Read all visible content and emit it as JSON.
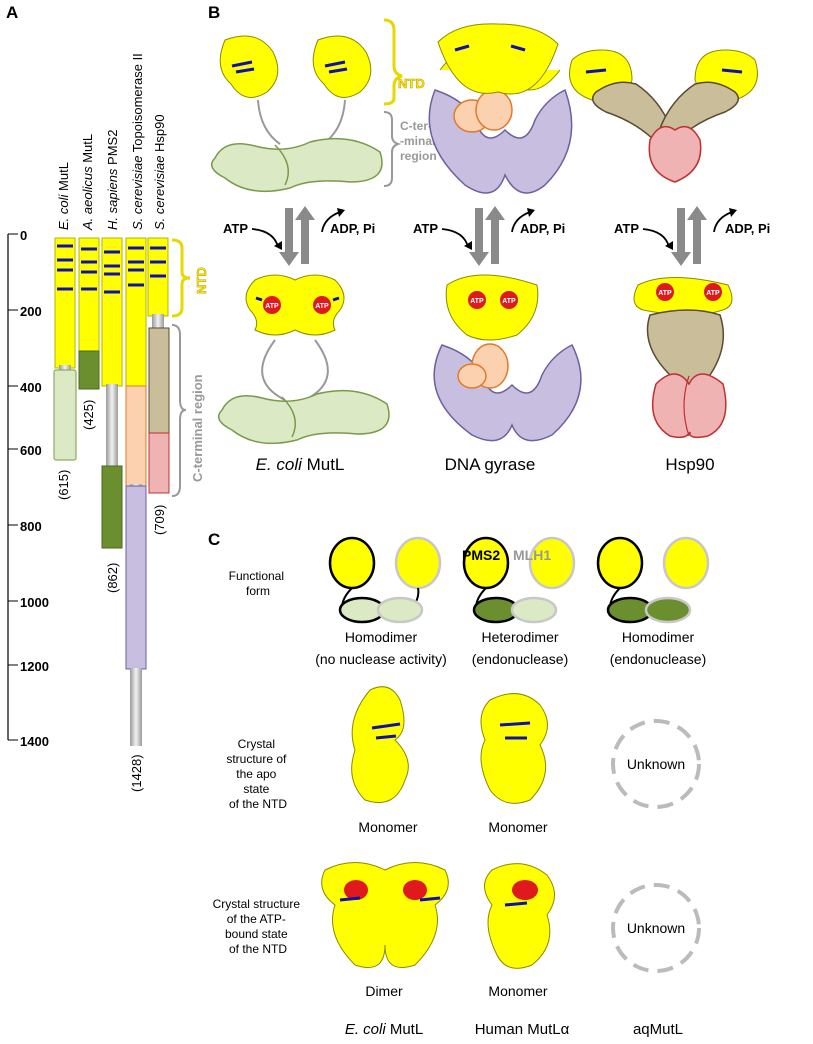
{
  "panels": {
    "a": "A",
    "b": "B",
    "c": "C"
  },
  "axis": {
    "ticks": [
      "0",
      "200",
      "400",
      "600",
      "800",
      "1000",
      "1200",
      "1400"
    ]
  },
  "species": [
    {
      "genus": "E. coli",
      "protein": " MutL",
      "length": "(615)"
    },
    {
      "genus": "A. aeolicus",
      "protein": " MutL",
      "length": "(425)"
    },
    {
      "genus": "H. sapiens",
      "protein": " PMS2",
      "length": "(862)"
    },
    {
      "genus": "S. cerevisiae",
      "protein": " Topoisomerase II",
      "length": "(1428)"
    },
    {
      "genus": "S. cerevisiae",
      "protein": " Hsp90",
      "length": "(709)"
    }
  ],
  "region_labels": {
    "ntd": "NTD",
    "cterm": "C-terminal region",
    "cterm_b": [
      "C-ter-",
      "-minal",
      "region"
    ]
  },
  "panel_b": {
    "atp": "ATP",
    "adp": "ADP, Pi",
    "atp_ball": "ATP",
    "names": [
      {
        "italic": "E. coli",
        "rest": " MutL"
      },
      {
        "italic": "",
        "rest": "DNA gyrase"
      },
      {
        "italic": "",
        "rest": "Hsp90"
      }
    ]
  },
  "panel_c": {
    "row_functional": "Functional form",
    "pms2": "PMS2",
    "mlh1": "MLH1",
    "forms": [
      {
        "kind": "Homodimer",
        "activity": "(no nuclease activity)"
      },
      {
        "kind": "Heterodimer",
        "activity": "(endonuclease)"
      },
      {
        "kind": "Homodimer",
        "activity": "(endonuclease)"
      }
    ],
    "row_apo": [
      "Crystal",
      "structure of",
      "the apo",
      "state",
      "of the NTD"
    ],
    "row_atp": [
      "Crystal structure",
      "of the ATP-",
      "bound state",
      "of the NTD"
    ],
    "apo_labels": [
      "Monomer",
      "Monomer",
      "Unknown"
    ],
    "atp_labels": [
      "Dimer",
      "Monomer",
      "Unknown"
    ],
    "columns": [
      {
        "italic": "E. coli",
        "rest": " MutL"
      },
      {
        "italic": "",
        "rest": "Human MutLα"
      },
      {
        "italic": "",
        "rest": "aqMutL"
      }
    ]
  },
  "colors": {
    "ntd": "#ffff00",
    "linker": "#cccccc",
    "ecoli_ctd": "#dce9c5",
    "aq_ctd": "#6b8e2f",
    "gyrase_purple": "#c8bfe0",
    "gyrase_orange": "#fbd1b0",
    "hsp_khaki": "#c9bd9a",
    "hsp_pink": "#efb3b3",
    "atp_red": "#e0191c",
    "helix_blue": "#1010b0"
  }
}
